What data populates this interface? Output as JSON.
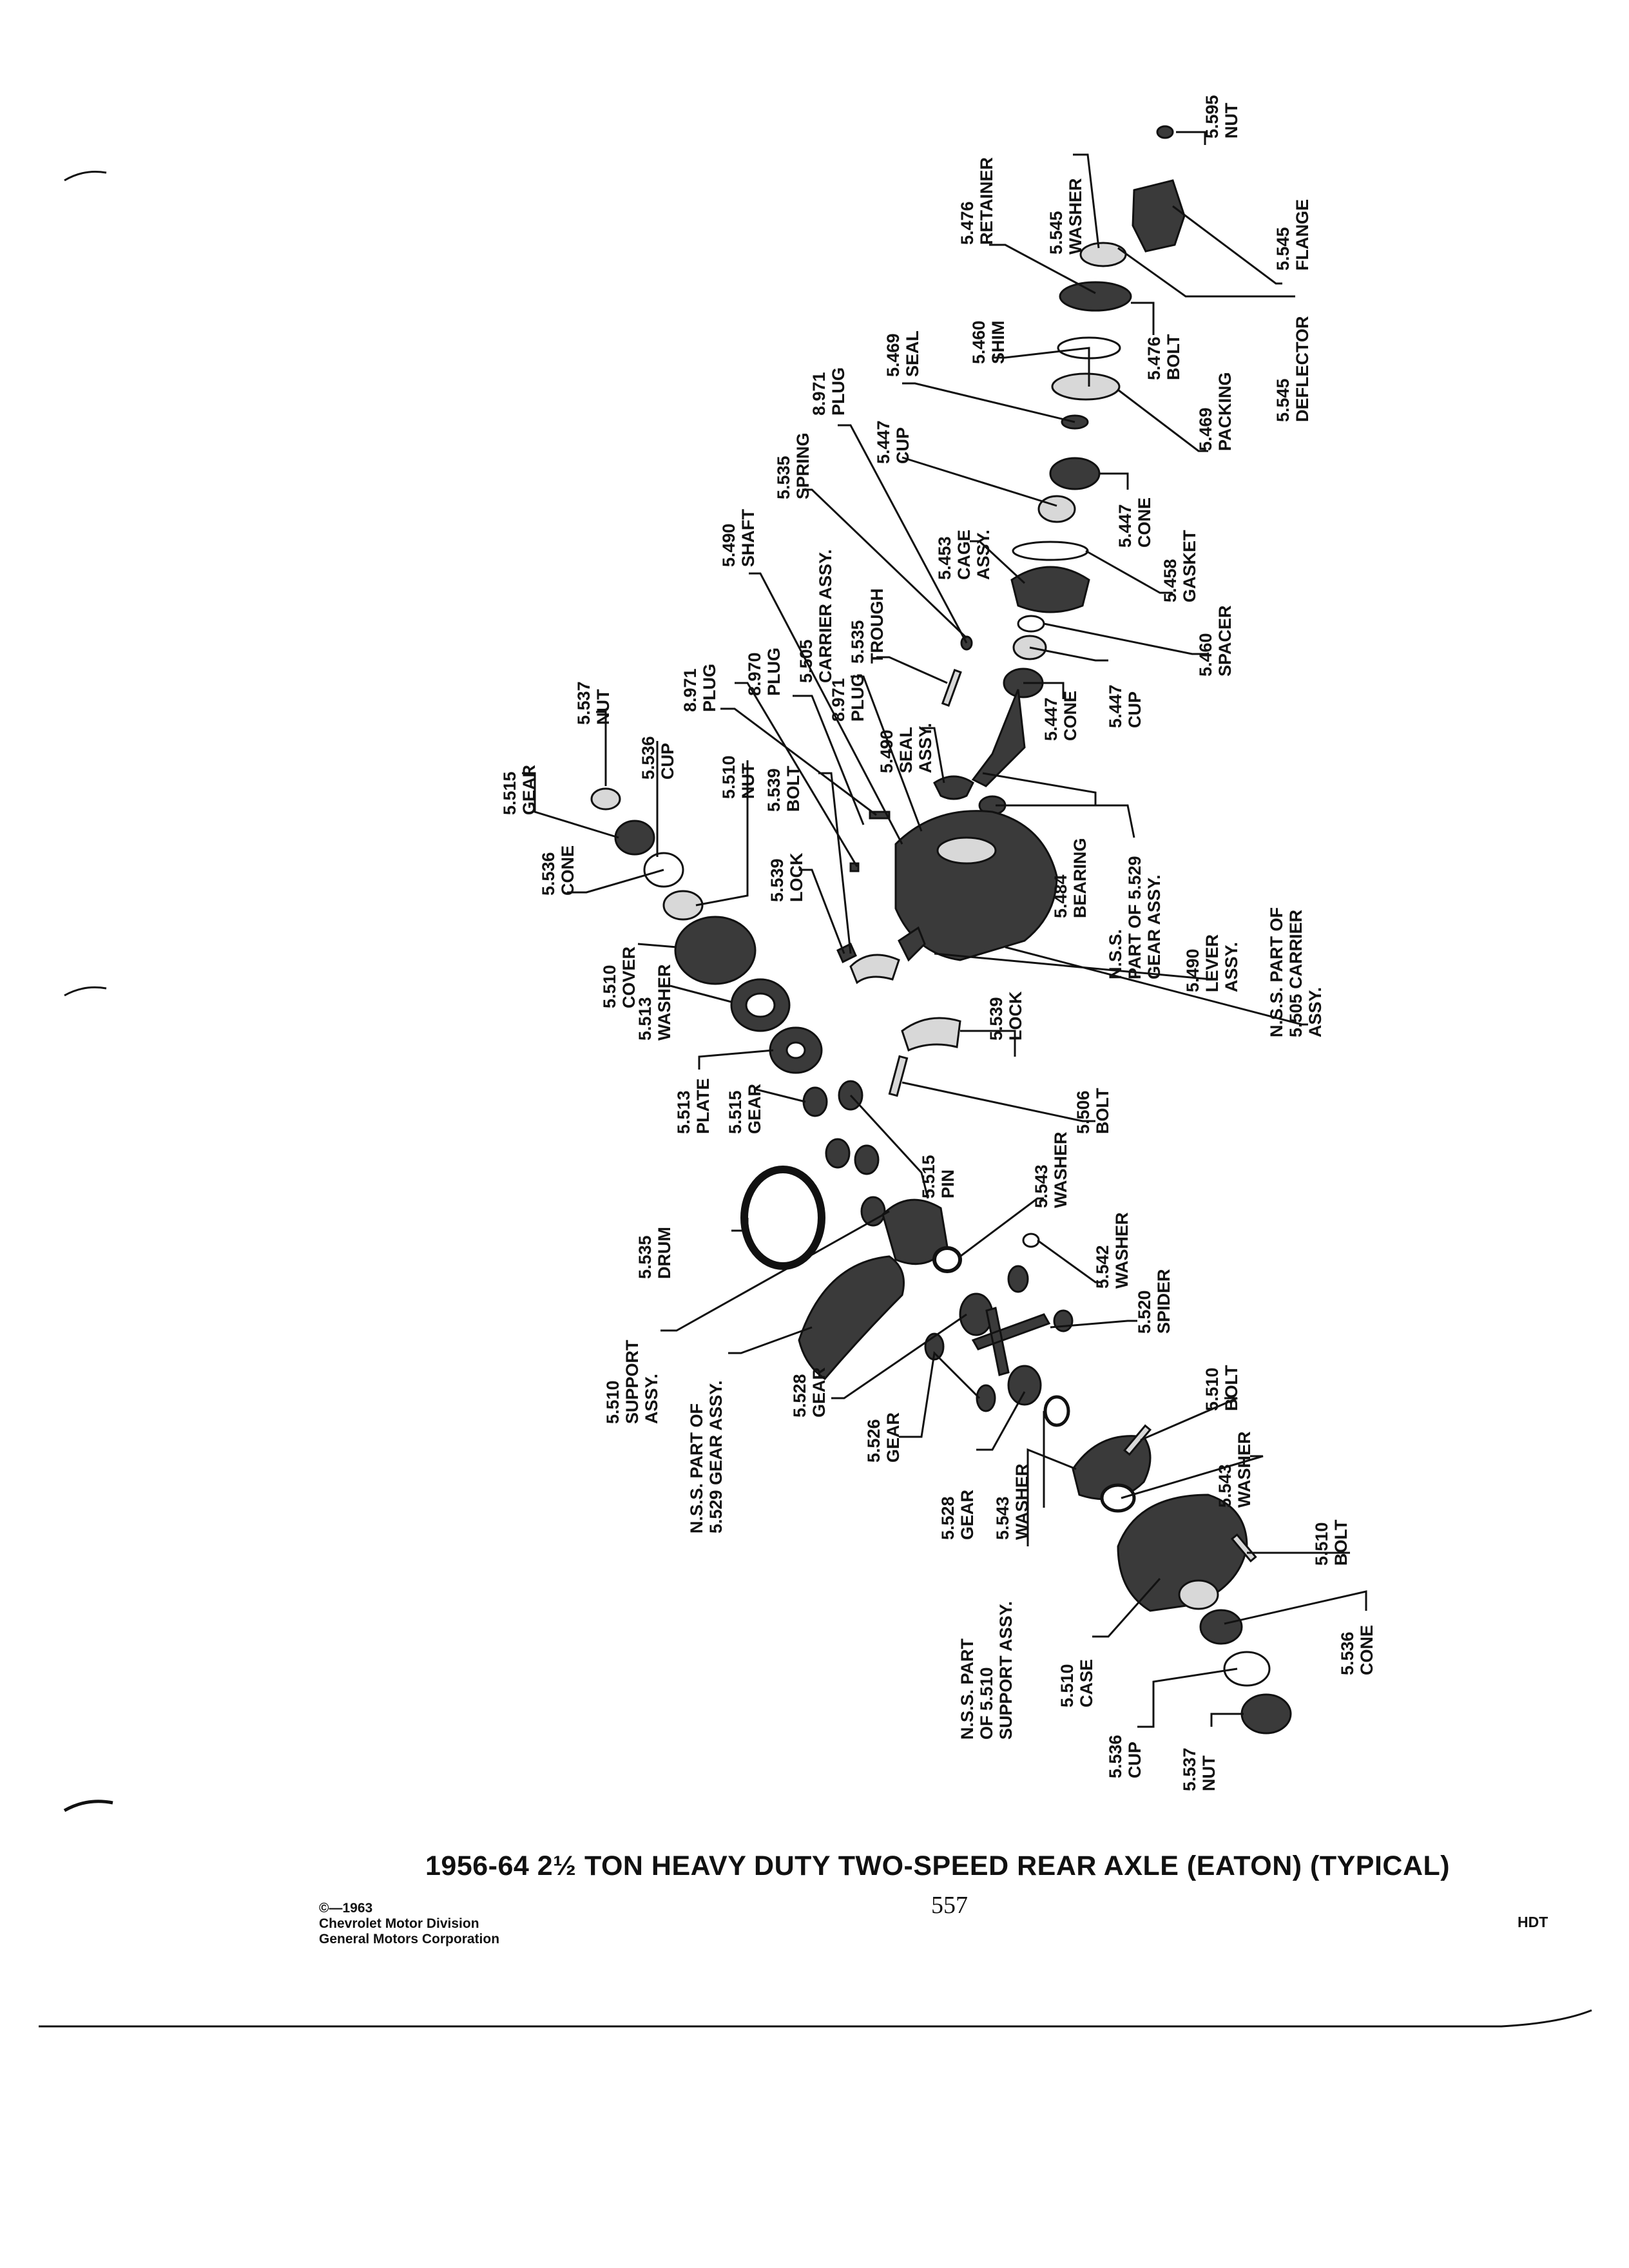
{
  "caption": "1956-64 2½ TON HEAVY DUTY TWO-SPEED REAR AXLE (EATON) (TYPICAL)",
  "page_number": "557",
  "copyright": {
    "line1": "©—1963",
    "line2": "Chevrolet Motor Division",
    "line3": "General Motors Corporation"
  },
  "section_code": "HDT",
  "labels": {
    "l01": [
      "5.595",
      "NUT"
    ],
    "l02": [
      "5.545",
      "WASHER"
    ],
    "l03": [
      "5.545",
      "FLANGE"
    ],
    "l04": [
      "5.476",
      "RETAINER"
    ],
    "l05": [
      "5.545",
      "DEFLECTOR"
    ],
    "l06": [
      "5.476",
      "BOLT"
    ],
    "l07": [
      "5.460",
      "SHIM"
    ],
    "l08": [
      "5.469",
      "PACKING"
    ],
    "l09": [
      "5.469",
      "SEAL"
    ],
    "l10": [
      "8.971",
      "PLUG"
    ],
    "l11": [
      "5.447",
      "CUP"
    ],
    "l12": [
      "5.447",
      "CONE"
    ],
    "l13": [
      "5.535",
      "SPRING"
    ],
    "l14": [
      "5.453",
      "CAGE",
      "ASSY."
    ],
    "l15": [
      "5.458",
      "GASKET"
    ],
    "l16": [
      "5.490",
      "SHAFT"
    ],
    "l17": [
      "5.460",
      "SPACER"
    ],
    "l18": [
      "5.535",
      "TROUGH"
    ],
    "l19": [
      "5.505",
      "CARRIER ASSY."
    ],
    "l20": [
      "8.970",
      "PLUG"
    ],
    "l21": [
      "8.971",
      "PLUG"
    ],
    "l22": [
      "8.971",
      "PLUG"
    ],
    "l23": [
      "5.447",
      "CUP"
    ],
    "l24": [
      "5.447",
      "CONE"
    ],
    "l25": [
      "5.490",
      "SEAL",
      "ASSY."
    ],
    "l26": [
      "5.537",
      "NUT"
    ],
    "l27": [
      "5.515",
      "GEAR"
    ],
    "l28": [
      "5.536",
      "CUP"
    ],
    "l29": [
      "5.510",
      "NUT"
    ],
    "l30": [
      "5.539",
      "BOLT"
    ],
    "l31": [
      "5.536",
      "CONE"
    ],
    "l32": [
      "5.539",
      "LOCK"
    ],
    "l33": [
      "5.484",
      "BEARING"
    ],
    "l34": [
      "N.S.S.",
      "PART OF 5.529",
      "GEAR ASSY."
    ],
    "l35": [
      "N.S.S. PART OF",
      "5.505 CARRIER",
      "ASSY."
    ],
    "l36": [
      "5.490",
      "LEVER",
      "ASSY."
    ],
    "l37": [
      "5.510",
      "COVER"
    ],
    "l38": [
      "5.513",
      "WASHER"
    ],
    "l39": [
      "5.539",
      "LOCK"
    ],
    "l40": [
      "5.513",
      "PLATE"
    ],
    "l41": [
      "5.515",
      "GEAR"
    ],
    "l42": [
      "5.506",
      "BOLT"
    ],
    "l43": [
      "5.515",
      "PIN"
    ],
    "l44": [
      "5.535",
      "DRUM"
    ],
    "l45": [
      "5.543",
      "WASHER"
    ],
    "l46": [
      "5.542",
      "WASHER"
    ],
    "l47": [
      "5.510",
      "SUPPORT",
      "ASSY."
    ],
    "l48": [
      "N.S.S. PART OF",
      "5.529 GEAR ASSY."
    ],
    "l49": [
      "5.520",
      "SPIDER"
    ],
    "l50": [
      "5.528",
      "GEAR"
    ],
    "l51": [
      "5.510",
      "BOLT"
    ],
    "l52": [
      "5.526",
      "GEAR"
    ],
    "l53": [
      "5.528",
      "GEAR"
    ],
    "l54": [
      "5.543",
      "WASHER"
    ],
    "l55": [
      "5.543",
      "WASHER"
    ],
    "l56": [
      "5.510",
      "BOLT"
    ],
    "l57": [
      "N.S.S. PART",
      "OF 5.510",
      "SUPPORT ASSY."
    ],
    "l58": [
      "5.510",
      "CASE"
    ],
    "l59": [
      "5.536",
      "CONE"
    ],
    "l60": [
      "5.536",
      "CUP"
    ],
    "l61": [
      "5.537",
      "NUT"
    ]
  }
}
